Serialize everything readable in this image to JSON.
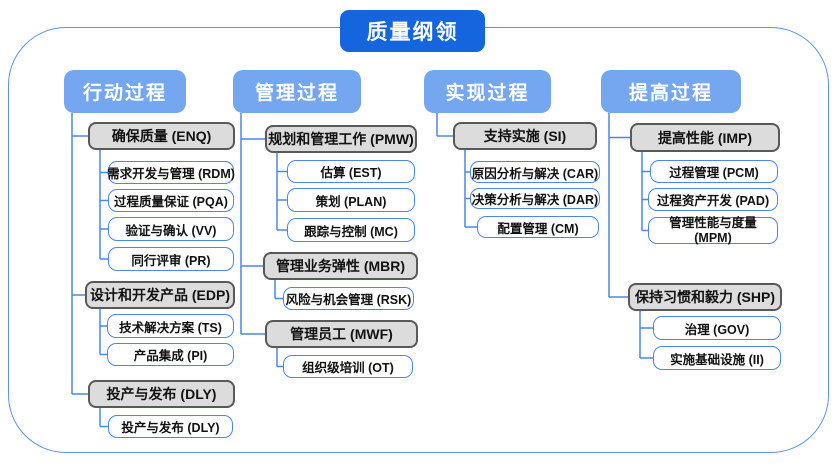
{
  "title": "质量纲领",
  "colors": {
    "title_bg": "#1565df",
    "header_bg": "#74a7f0",
    "group_bg": "#dcdcdc",
    "group_border": "#595959",
    "leaf_border": "#4a88e8",
    "connector": "#4a88e8",
    "frame_border": "#5b94ea"
  },
  "columns": [
    {
      "header": "行动过程",
      "groups": [
        {
          "label": "确保质量 (ENQ)",
          "children": [
            "需求开发与管理 (RDM)",
            "过程质量保证 (PQA)",
            "验证与确认 (VV)",
            "同行评审 (PR)"
          ]
        },
        {
          "label": "设计和开发产品 (EDP)",
          "children": [
            "技术解决方案 (TS)",
            "产品集成 (PI)"
          ]
        },
        {
          "label": "投产与发布 (DLY)",
          "children": [
            "投产与发布 (DLY)"
          ]
        }
      ]
    },
    {
      "header": "管理过程",
      "groups": [
        {
          "label": "规划和管理工作 (PMW)",
          "children": [
            "估算 (EST)",
            "策划 (PLAN)",
            "跟踪与控制 (MC)"
          ]
        },
        {
          "label": "管理业务弹性 (MBR)",
          "children": [
            "风险与机会管理 (RSK)"
          ]
        },
        {
          "label": "管理员工 (MWF)",
          "children": [
            "组织级培训 (OT)"
          ]
        }
      ]
    },
    {
      "header": "实现过程",
      "groups": [
        {
          "label": "支持实施 (SI)",
          "children": [
            "原因分析与解决 (CAR)",
            "决策分析与解决 (DAR)",
            "配置管理 (CM)"
          ]
        }
      ]
    },
    {
      "header": "提高过程",
      "groups": [
        {
          "label": "提高性能 (IMP)",
          "children": [
            "过程管理 (PCM)",
            "过程资产开发 (PAD)",
            "管理性能与度量 (MPM)"
          ]
        },
        {
          "label": "保持习惯和毅力 (SHP)",
          "children": [
            "治理 (GOV)",
            "实施基础设施 (II)"
          ]
        }
      ]
    }
  ]
}
